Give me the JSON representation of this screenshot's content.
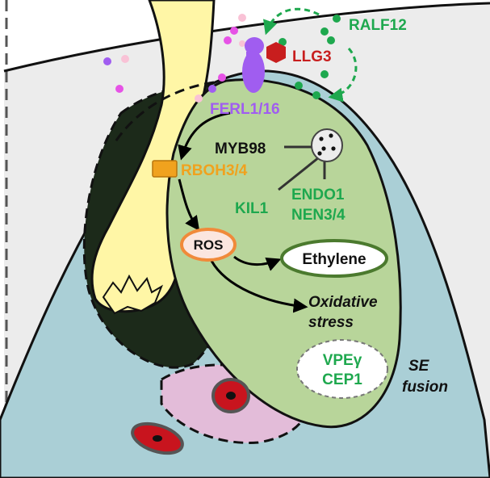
{
  "labels": {
    "ralf": "RALF12",
    "llg": "LLG3",
    "ferl": "FERL1/16",
    "myb": "MYB98",
    "rboh": "RBOH3/4",
    "kil": "KIL1",
    "endo": "ENDO1",
    "nen": "NEN3/4",
    "ros": "ROS",
    "ethylene": "Ethylene",
    "oxidative": "Oxidative",
    "stress": "stress",
    "vpe": "VPEγ",
    "cep": "CEP1",
    "se": "SE",
    "fusion": "fusion"
  },
  "colors": {
    "synergid_green": "#b8d59a",
    "tube_yellow": "#fff6a6",
    "dark_cell": "#1c2a1a",
    "blue_tissue": "#aacfd6",
    "grey_bg": "#ececec",
    "pink_cell": "#e3bcd9",
    "ferl_purple": "#a05df0",
    "llg_red": "#c81e1e",
    "ralf_green": "#1ea84e",
    "rboh_orange": "#f0a21e",
    "ros_fill": "#fbe6df",
    "ros_border": "#f08a3a",
    "eth_border": "#4b7a2e",
    "nucleus_red": "#c8141e"
  }
}
